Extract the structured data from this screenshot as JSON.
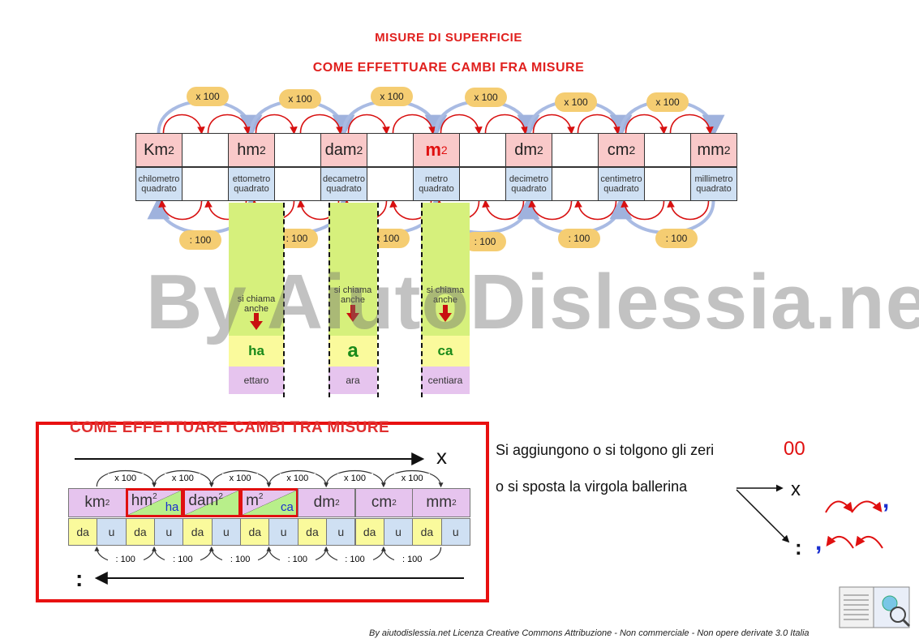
{
  "titles": {
    "main": "MISURE DI SUPERFICIE",
    "sub": "COME EFFETTUARE CAMBI FRA MISURE"
  },
  "units": [
    {
      "symbol": "Km",
      "name": "chilometro\nquadrato"
    },
    {
      "symbol": "hm",
      "name": "ettometro\nquadrato"
    },
    {
      "symbol": "dam",
      "name": "decametro\nquadrato"
    },
    {
      "symbol": "m",
      "name": "metro\nquadrato"
    },
    {
      "symbol": "dm",
      "name": "decimetro\nquadrato"
    },
    {
      "symbol": "cm",
      "name": "centimetro\nquadrato"
    },
    {
      "symbol": "mm",
      "name": "millimetro\nquadrato"
    }
  ],
  "exponent": "2",
  "multiply_label": "x 100",
  "divide_label": ": 100",
  "agrarian": [
    {
      "note": "si chiama\nanche",
      "symbol": "ha",
      "name": "ettaro"
    },
    {
      "note": "si chiama\nanche",
      "symbol": "a",
      "name": "ara"
    },
    {
      "note": "si chiama\nanche",
      "symbol": "ca",
      "name": "centiara"
    }
  ],
  "watermark": "By AiutoDislessia.net",
  "inset": {
    "title": "COME EFFETTUARE CAMBI TRA MISURE",
    "x_symbol": "x",
    "div_symbol": ":",
    "mult_label": "x 100",
    "div_label": ": 100",
    "units": [
      "km",
      "hm",
      "dam",
      "m",
      "dm",
      "cm",
      "mm"
    ],
    "exponent": "2",
    "agrarian": [
      "ha",
      "ca"
    ],
    "digit_labels": [
      "da",
      "u"
    ]
  },
  "rules": {
    "line1": "Si aggiungono o si tolgono gli zeri",
    "zeros": "00",
    "line2": "o si sposta la virgola ballerina",
    "x": "x",
    "colon": ":",
    "comma": ","
  },
  "footer": "By aiutodislessia.net Licenza Creative Commons Attribuzione - Non commerciale - Non opere derivate 3.0 Italia",
  "colors": {
    "accent": "#e0201e",
    "unit_pink": "#f9c9c9",
    "unit_blue": "#cfe0f3",
    "green": "#d6f07c",
    "yellow": "#fafa9c",
    "lilac": "#e6c4ee",
    "bubble": "#f5cd72"
  }
}
